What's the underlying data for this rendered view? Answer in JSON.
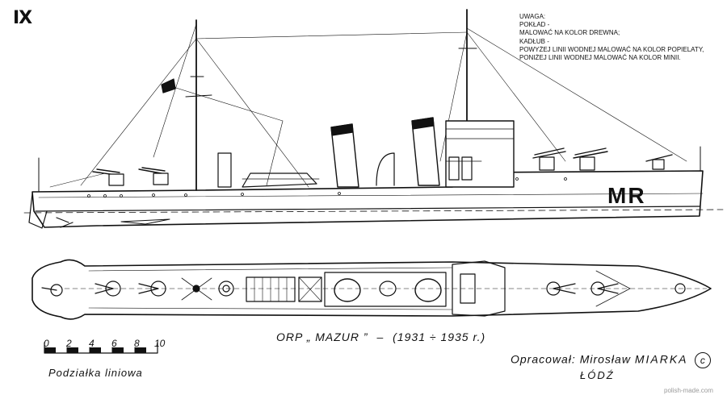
{
  "plate_number": "IX",
  "notes": [
    "UWAGA:",
    "POKŁAD -",
    "MALOWAĆ NA KOLOR DREWNA;",
    "KADŁUB -",
    "POWYŻEJ LINII WODNEJ MALOWAĆ NA KOLOR POPIELATY,",
    "PONIŻEJ LINII WODNEJ MALOWAĆ  NA KOLOR MINII."
  ],
  "hull_marking": "MR",
  "title": {
    "ship": "ORP „ MAZUR ”",
    "dash": "–",
    "years": "(1931 ÷ 1935 r.)"
  },
  "scale": {
    "numbers": [
      "0",
      "2",
      "4",
      "6",
      "8",
      "10"
    ],
    "caption": "Podziałka liniowa"
  },
  "author": {
    "prefix": "Opracował:",
    "first_name": "Mirosław",
    "last_name": "MIARKA",
    "copyright": "c",
    "city": "ŁÓDŹ"
  },
  "watermark": "polish-made.com",
  "colors": {
    "ink": "#111111",
    "paper": "#ffffff",
    "watermark": "#9a9a9a"
  }
}
